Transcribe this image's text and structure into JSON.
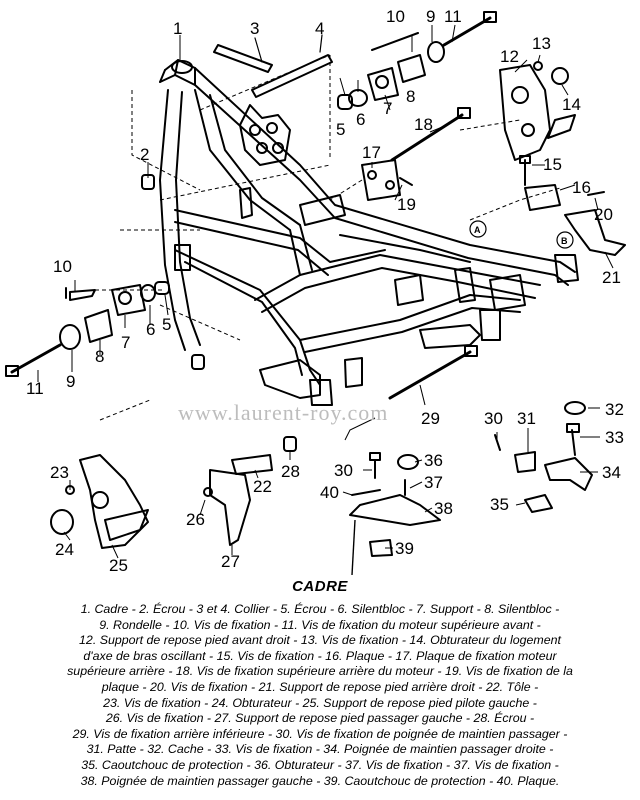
{
  "watermark": "www.laurent-roy.com",
  "title": "CADRE",
  "callouts": [
    "1",
    "2",
    "3",
    "4",
    "5",
    "5",
    "6",
    "6",
    "7",
    "7",
    "8",
    "8",
    "9",
    "9",
    "10",
    "10",
    "11",
    "11",
    "12",
    "13",
    "14",
    "15",
    "16",
    "17",
    "18",
    "19",
    "20",
    "21",
    "22",
    "23",
    "24",
    "25",
    "26",
    "27",
    "28",
    "29",
    "30",
    "30",
    "31",
    "32",
    "33",
    "34",
    "35",
    "36",
    "37",
    "38",
    "39",
    "40"
  ],
  "markers": [
    "A",
    "B"
  ],
  "legend": [
    "1. Cadre - 2. Écrou - 3 et 4. Collier - 5. Écrou - 6. Silentbloc - 7. Support - 8. Silentbloc -",
    "9. Rondelle - 10. Vis de fixation - 11. Vis de fixation du moteur supérieure avant -",
    "12. Support de repose pied avant droit - 13. Vis de fixation - 14. Obturateur du logement",
    "d'axe de bras oscillant - 15. Vis de fixation - 16. Plaque - 17. Plaque de fixation moteur",
    "supérieure arrière - 18. Vis de fixation supérieure arrière du moteur - 19. Vis de fixation de la",
    "plaque - 20. Vis de fixation - 21. Support de repose pied arrière droit - 22. Tôle -",
    "23. Vis de fixation - 24. Obturateur - 25. Support de repose pied pilote gauche -",
    "26. Vis de fixation - 27. Support de repose pied passager gauche - 28. Écrou -",
    "29. Vis de fixation arrière inférieure - 30. Vis de fixation de poignée de maintien passager -",
    "31. Patte - 32. Cache - 33. Vis de fixation - 34. Poignée de maintien passager droite -",
    "35. Caoutchouc de protection - 36. Obturateur - 37. Vis de fixation - 37. Vis de fixation -",
    "38. Poignée de maintien passager gauche - 39. Caoutchouc de protection - 40. Plaque."
  ]
}
